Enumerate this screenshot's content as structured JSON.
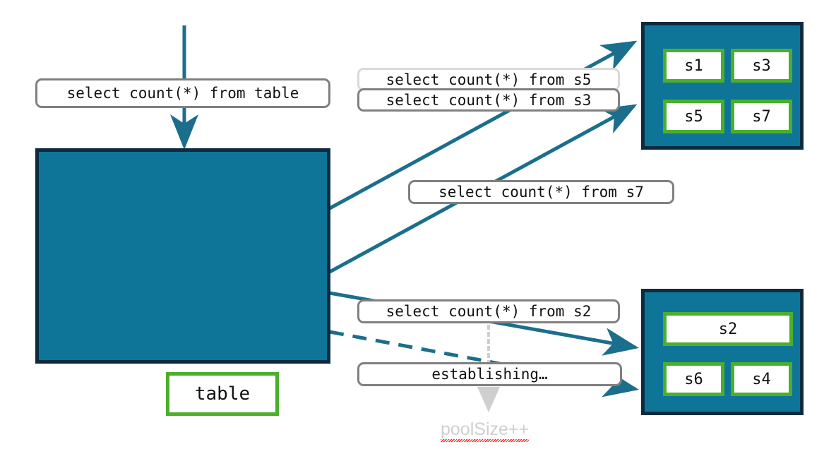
{
  "diagram": {
    "title": "connection-pool-query-routing",
    "colors": {
      "pool_fill": "#0E7599",
      "pool_border": "#0D2B3E",
      "node_border": "#4CAF2C",
      "node_fill": "#FFFFFF",
      "edge": "#1B6E8C",
      "label_border": "#808080",
      "label_border_light": "#D9D9D9",
      "dotted_edge": "#D0D0D0",
      "annotation_text": "#CFCFCF",
      "spellcheck_underline": "#FF2020"
    }
  },
  "table_pool": {
    "name": "table-container",
    "node_label": "table"
  },
  "top_pool": {
    "name": "server-pool-top",
    "nodes": [
      {
        "label": "s1"
      },
      {
        "label": "s3"
      },
      {
        "label": "s5"
      },
      {
        "label": "s7"
      }
    ]
  },
  "bottom_pool": {
    "name": "server-pool-bottom",
    "nodes": [
      {
        "label": "s2"
      },
      {
        "label": "s6"
      },
      {
        "label": "s4"
      }
    ]
  },
  "labels": {
    "table_query": "select count(*) from table",
    "query_s5": "select count(*) from s5",
    "query_s3": "select count(*) from s3",
    "query_s7": "select count(*) from s7",
    "query_s2": "select count(*) from s2",
    "establishing": "establishing…"
  },
  "annotations": {
    "pool_size": "poolSize++"
  },
  "edges": [
    {
      "name": "edge-table-input",
      "style": "solid",
      "from": "top",
      "to": "table-container"
    },
    {
      "name": "edge-to-s5-slot",
      "style": "solid",
      "from": "table-container",
      "to": "server-pool-top"
    },
    {
      "name": "edge-to-s3-slot",
      "style": "solid",
      "from": "table-container",
      "to": "server-pool-top"
    },
    {
      "name": "edge-to-s2-slot",
      "style": "solid",
      "from": "table-container",
      "to": "server-pool-bottom"
    },
    {
      "name": "edge-establishing",
      "style": "dashed",
      "from": "table-container",
      "to": "server-pool-bottom"
    },
    {
      "name": "edge-poolsize-dotted",
      "style": "dotted",
      "from": "query_s2",
      "to": "poolSize++"
    }
  ]
}
